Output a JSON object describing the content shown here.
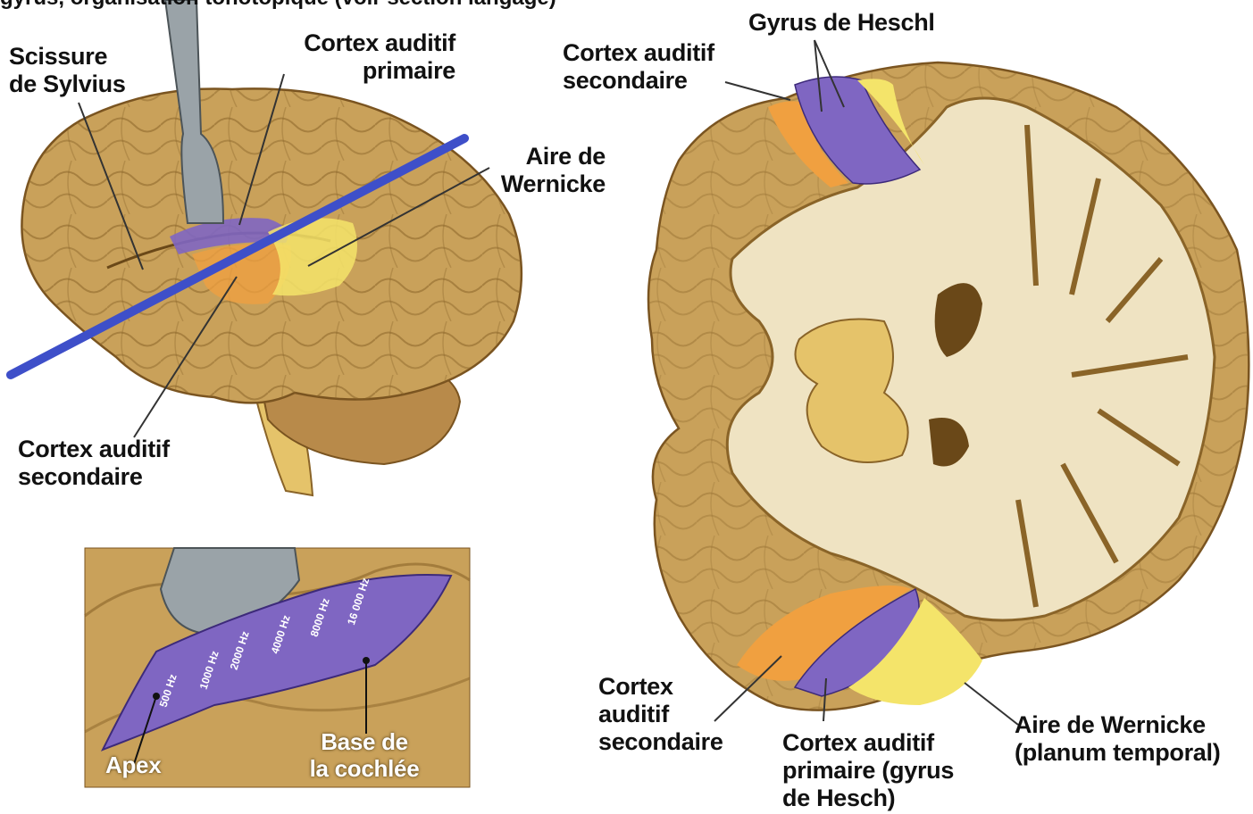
{
  "header_fragment": "gyrus, organisation tonotopique (voir section langage)",
  "lateral_view": {
    "labels": {
      "sylvian_fissure": [
        "Scissure",
        "de Sylvius"
      ],
      "primary_cortex": [
        "Cortex auditif",
        "primaire"
      ],
      "wernicke": [
        "Aire de",
        "Wernicke"
      ],
      "secondary_cortex": [
        "Cortex auditif",
        "secondaire"
      ]
    }
  },
  "cochlea_inset": {
    "frequencies": [
      "500 Hz",
      "1000 Hz",
      "2000 Hz",
      "4000 Hz",
      "8000 Hz",
      "16 000 Hz"
    ],
    "apex_label": "Apex",
    "base_label": [
      "Base de",
      "la cochlée"
    ]
  },
  "coronal_view": {
    "labels": {
      "heschl_gyrus": "Gyrus de Heschl",
      "secondary_top": [
        "Cortex auditif",
        "secondaire"
      ],
      "secondary_bottom": [
        "Cortex",
        "auditif",
        "secondaire"
      ],
      "primary_bottom": [
        "Cortex auditif",
        "primaire (gyrus",
        "de Hesch)"
      ],
      "wernicke_bottom": [
        "Aire de Wernicke",
        "(planum temporal)"
      ]
    }
  },
  "colors": {
    "brain": "#c9a15a",
    "brain_dark": "#8a6428",
    "white_matter": "#efe3c2",
    "primary": "#7f66c2",
    "secondary": "#f0a040",
    "wernicke": "#f4e46a",
    "cut_line": "#3e4fc9"
  }
}
